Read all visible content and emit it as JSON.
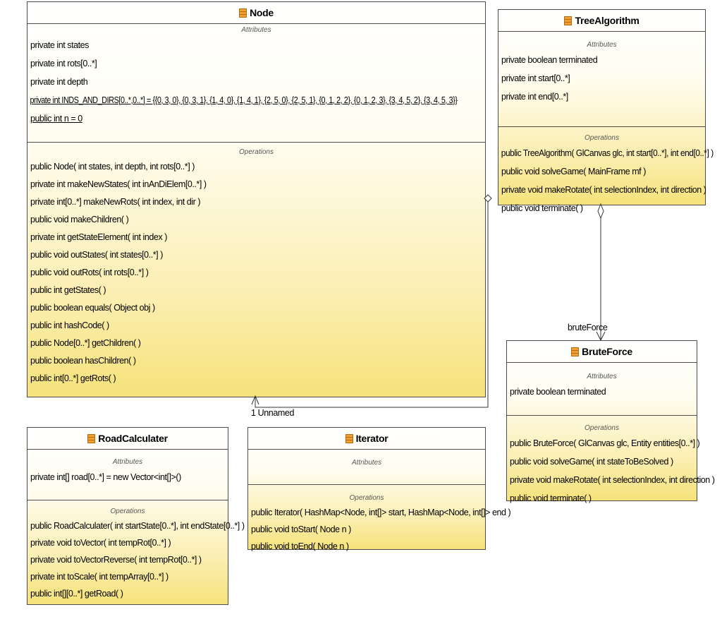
{
  "classes": {
    "node": {
      "name": "Node",
      "attributes_title": "Attributes",
      "attributes": [
        "private int states",
        "private int rots[0..*]",
        "private int depth",
        "private int INDS_AND_DIRS[0..*,0..*] = {{0, 3, 0}, {0, 3, 1}, {1, 4, 0}, {1, 4, 1}, {2, 5, 0}, {2, 5, 1}, {0, 1, 2, 2}, {0, 1, 2, 3}, {3, 4, 5, 2}, {3, 4, 5, 3}}",
        "public int n = 0"
      ],
      "operations_title": "Operations",
      "operations": [
        "public Node( int states, int depth, int rots[0..*] )",
        "private int  makeNewStates( int inAnDiElem[0..*] )",
        "private int[0..*]  makeNewRots( int index, int dir )",
        "public void  makeChildren(  )",
        "private int  getStateElement( int index )",
        "public void  outStates( int states[0..*] )",
        "public void  outRots( int rots[0..*] )",
        "public int  getStates(  )",
        "public boolean  equals( Object obj )",
        "public int  hashCode(  )",
        "public Node[0..*]  getChildren(  )",
        "public boolean  hasChildren(  )",
        "public int[0..*]  getRots(  )"
      ]
    },
    "tree": {
      "name": "TreeAlgorithm",
      "attributes_title": "Attributes",
      "attributes": [
        "private boolean terminated",
        "private int start[0..*]",
        "private int end[0..*]"
      ],
      "operations_title": "Operations",
      "operations": [
        "public TreeAlgorithm( GlCanvas glc, int start[0..*], int end[0..*] )",
        "public void  solveGame( MainFrame mf )",
        "private void  makeRotate( int selectionIndex, int direction )",
        "public void  terminate(  )"
      ]
    },
    "brute": {
      "name": "BruteForce",
      "attributes_title": "Attributes",
      "attributes": [
        "private boolean terminated"
      ],
      "operations_title": "Operations",
      "operations": [
        "public BruteForce( GlCanvas glc, Entity entities[0..*] )",
        "public void  solveGame( int stateToBeSolved )",
        "private void  makeRotate( int selectionIndex, int direction )",
        "public void  terminate(  )"
      ]
    },
    "road": {
      "name": "RoadCalculater",
      "attributes_title": "Attributes",
      "attributes": [
        "private int[] road[0..*] = new Vector<int[]>()"
      ],
      "operations_title": "Operations",
      "operations": [
        "public RoadCalculater( int startState[0..*], int endState[0..*] )",
        "private void  toVector( int tempRot[0..*] )",
        "private void  toVectorReverse( int tempRot[0..*] )",
        "private int  toScale( int tempArray[0..*] )",
        "public int[][0..*]  getRoad(  )"
      ]
    },
    "iterator": {
      "name": "Iterator",
      "attributes_title": "Attributes",
      "attributes": [],
      "operations_title": "Operations",
      "operations": [
        "public Iterator( HashMap<Node, int[]> start, HashMap<Node, int[]> end )",
        "public void  toStart( Node n )",
        "public void  toEnd( Node n )"
      ]
    }
  },
  "associations": {
    "tree_brute_role": "bruteForce",
    "tree_node_label": "1 Unnamed"
  },
  "colors": {
    "class_fill_top": "#ffffff",
    "class_fill_bottom": "#f6e27a",
    "border": "#4d4d4d",
    "icon": "#f0a030"
  }
}
